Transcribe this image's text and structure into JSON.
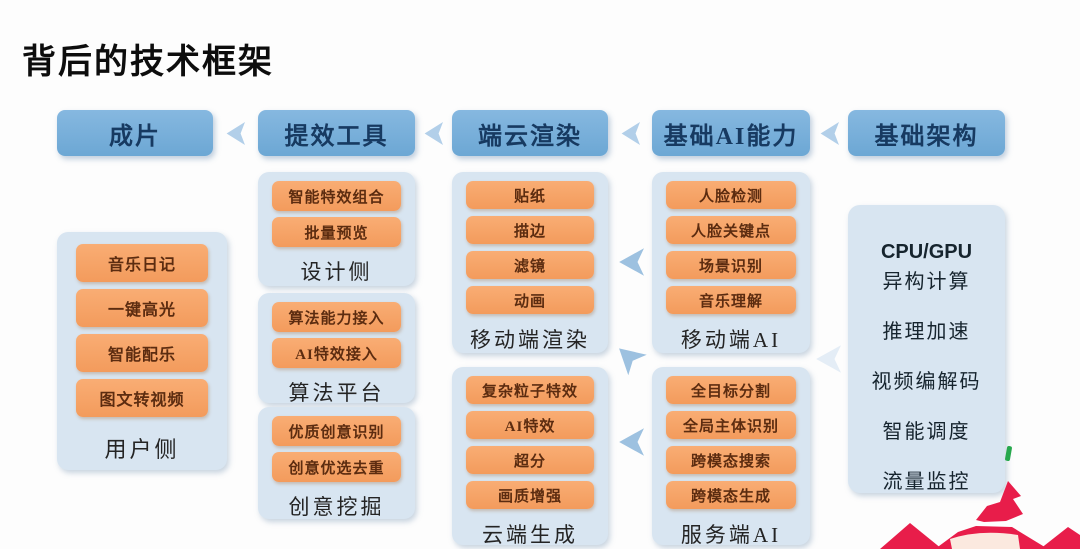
{
  "title": "背后的技术框架",
  "header": {
    "items": [
      {
        "label": "成片"
      },
      {
        "label": "提效工具"
      },
      {
        "label": "端云渲染"
      },
      {
        "label": "基础AI能力"
      },
      {
        "label": "基础架构"
      }
    ]
  },
  "columns": [
    {
      "name": "成片",
      "groups": [
        {
          "label": "用户侧",
          "items": [
            "音乐日记",
            "一键高光",
            "智能配乐",
            "图文转视频"
          ]
        }
      ]
    },
    {
      "name": "提效工具",
      "groups": [
        {
          "label": "设计侧",
          "items": [
            "智能特效组合",
            "批量预览"
          ]
        },
        {
          "label": "算法平台",
          "items": [
            "算法能力接入",
            "AI特效接入"
          ]
        },
        {
          "label": "创意挖掘",
          "items": [
            "优质创意识别",
            "创意优选去重"
          ]
        }
      ]
    },
    {
      "name": "端云渲染",
      "groups": [
        {
          "label": "移动端渲染",
          "items": [
            "贴纸",
            "描边",
            "滤镜",
            "动画"
          ]
        },
        {
          "label": "云端生成",
          "items": [
            "复杂粒子特效",
            "AI特效",
            "超分",
            "画质增强"
          ]
        }
      ]
    },
    {
      "name": "基础AI能力",
      "groups": [
        {
          "label": "移动端AI",
          "items": [
            "人脸检测",
            "人脸关键点",
            "场景识别",
            "音乐理解"
          ]
        },
        {
          "label": "服务端AI",
          "items": [
            "全目标分割",
            "全局主体识别",
            "跨模态搜索",
            "跨模态生成"
          ]
        }
      ]
    },
    {
      "name": "基础架构",
      "groups": [
        {
          "label": "",
          "items": [
            "CPU/GPU",
            "异构计算",
            "推理加速",
            "视频编解码",
            "智能调度",
            "流量监控"
          ]
        }
      ]
    }
  ],
  "colors": {
    "header_blue": "#74aed9",
    "header_text": "#173a61",
    "container_blue": "#d8e5f1",
    "item_orange": "#f5a468",
    "item_text": "#5c2c10",
    "arrow_blue": "#9dc1e0",
    "label_text": "#242424",
    "infra_text": "#16242e",
    "logo_red": "#e81d4a",
    "green_mark": "#27a84d"
  }
}
